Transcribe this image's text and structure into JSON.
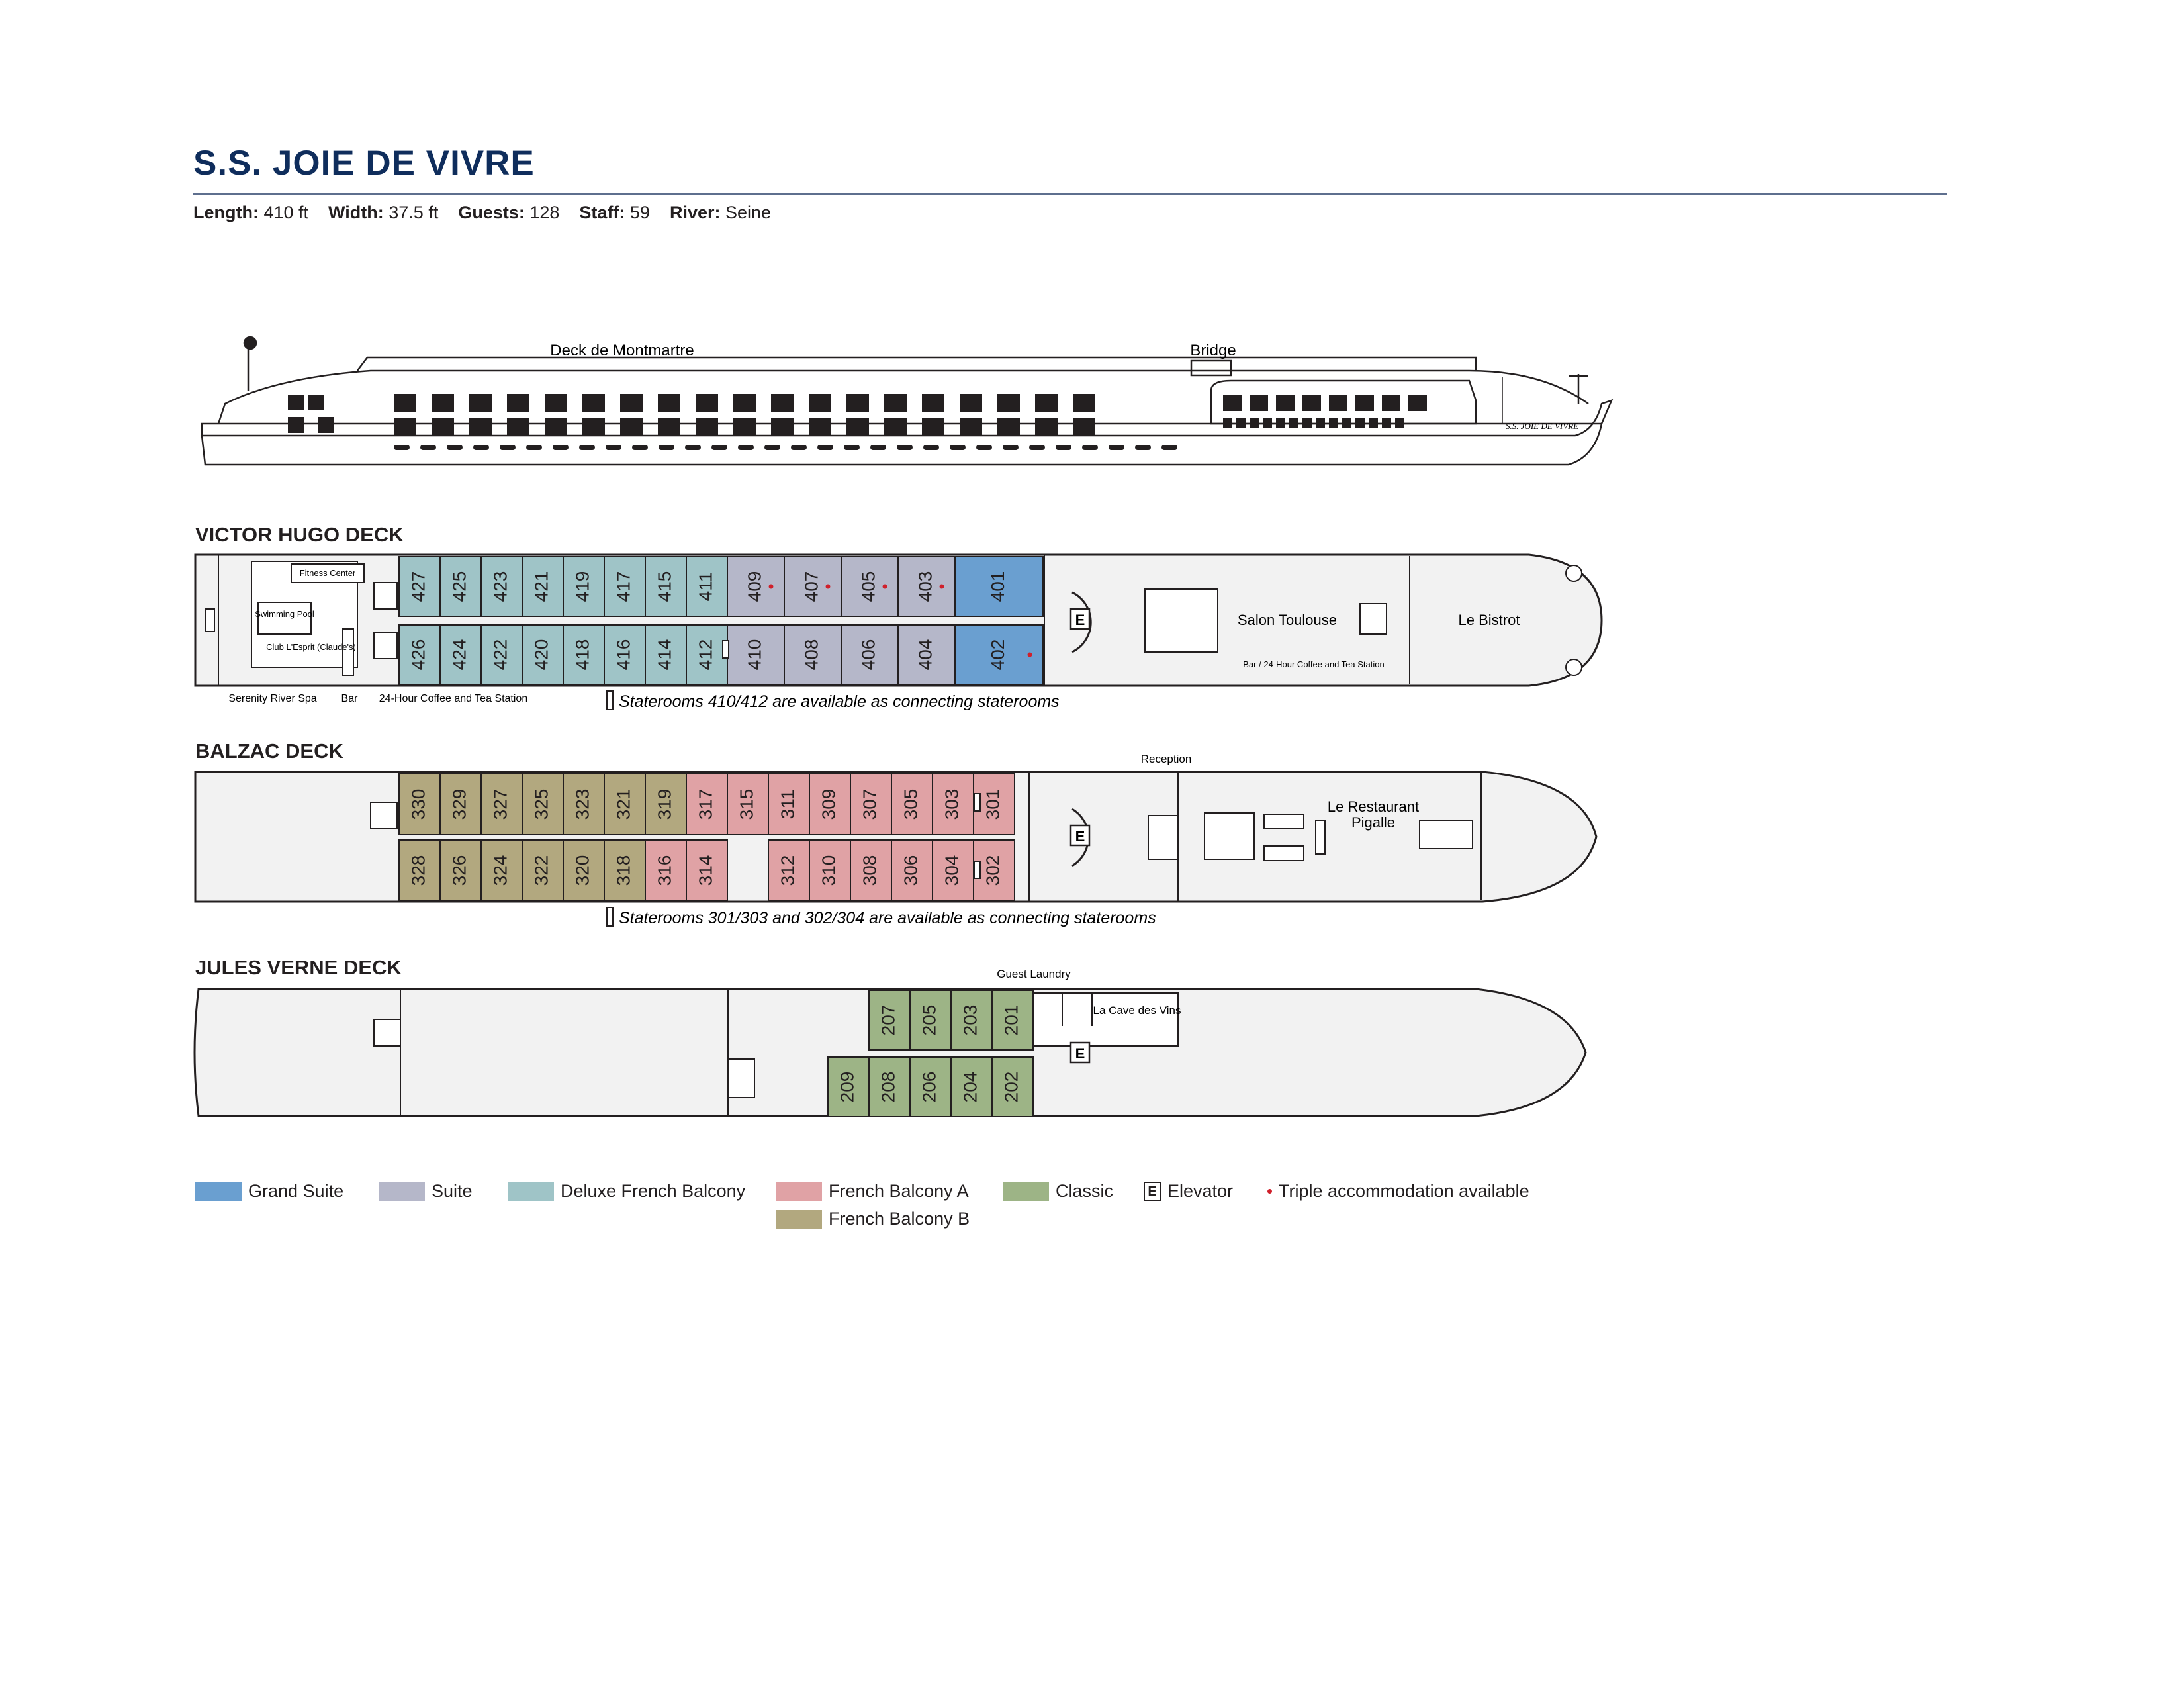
{
  "header": {
    "title": "S.S. JOIE DE VIVRE",
    "specs": [
      {
        "key": "Length:",
        "value": "410 ft"
      },
      {
        "key": "Width:",
        "value": "37.5 ft"
      },
      {
        "key": "Guests:",
        "value": "128"
      },
      {
        "key": "Staff:",
        "value": "59"
      },
      {
        "key": "River:",
        "value": "Seine"
      }
    ]
  },
  "profile": {
    "labels": {
      "deck_de_montmartre": "Deck de Montmartre",
      "bridge": "Bridge",
      "ship_name": "S.S. JOIE DE VIVRE"
    }
  },
  "colors": {
    "grand_suite": "#6a9fd0",
    "suite": "#b5b7c9",
    "deluxe_french_balcony": "#9fc4c7",
    "french_balcony_a": "#e0a2a5",
    "french_balcony_b": "#b2a87f",
    "classic": "#9db486",
    "triple": "#d0202b"
  },
  "decks": {
    "victor_hugo": {
      "title": "VICTOR HUGO DECK",
      "rooms_top": [
        "427",
        "425",
        "423",
        "421",
        "419",
        "417",
        "415",
        "411",
        "409",
        "407",
        "405",
        "403",
        "401"
      ],
      "rooms_bottom": [
        "426",
        "424",
        "422",
        "420",
        "418",
        "416",
        "414",
        "412",
        "410",
        "408",
        "406",
        "404",
        "402"
      ],
      "labels": {
        "fitness": "Fitness Center",
        "pool": "Swimming Pool",
        "club": "Club L'Esprit (Claude's)",
        "spa": "Serenity River Spa",
        "bar": "Bar",
        "coffee": "24-Hour Coffee and Tea Station",
        "salon": "Salon Toulouse",
        "bistrot": "Le Bistrot",
        "bar_coffee": "Bar / 24-Hour Coffee and Tea Station",
        "elevator": "E"
      },
      "note": "Staterooms 410/412 are available as connecting staterooms"
    },
    "balzac": {
      "title": "BALZAC DECK",
      "rooms_top": [
        "330",
        "329",
        "327",
        "325",
        "323",
        "321",
        "319",
        "317",
        "315",
        "311",
        "309",
        "307",
        "305",
        "303",
        "301"
      ],
      "rooms_bottom": [
        "328",
        "326",
        "324",
        "322",
        "320",
        "318",
        "316",
        "314",
        "312",
        "310",
        "308",
        "306",
        "304",
        "302"
      ],
      "labels": {
        "reception": "Reception",
        "restaurant": "Le Restaurant Pigalle",
        "elevator": "E"
      },
      "note": "Staterooms 301/303 and 302/304 are available as connecting staterooms"
    },
    "jules_verne": {
      "title": "JULES VERNE DECK",
      "rooms_top": [
        "207",
        "205",
        "203",
        "201"
      ],
      "rooms_bottom": [
        "209",
        "208",
        "206",
        "204",
        "202"
      ],
      "labels": {
        "laundry": "Guest Laundry",
        "cave": "La Cave des Vins",
        "elevator": "E"
      }
    }
  },
  "legend": {
    "grand_suite": "Grand Suite",
    "suite": "Suite",
    "deluxe": "Deluxe French Balcony",
    "fba": "French Balcony A",
    "fbb": "French Balcony B",
    "classic": "Classic",
    "elevator_glyph": "E",
    "elevator": "Elevator",
    "triple": "Triple accommodation available"
  }
}
